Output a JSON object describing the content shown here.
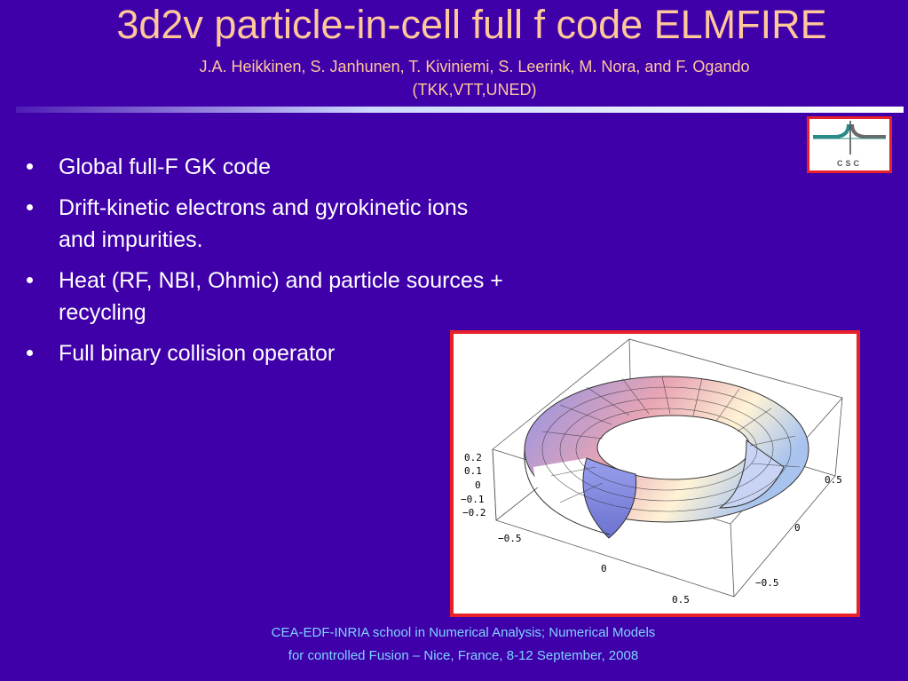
{
  "slide": {
    "title": "3d2v particle-in-cell full f code ELMFIRE",
    "authors_line1": "J.A. Heikkinen, S. Janhunen, T. Kiviniemi, S. Leerink, M. Nora, and F. Ogando",
    "authors_line2": "(TKK,VTT,UNED)",
    "bullets": [
      {
        "line1": "Global full-F GK code",
        "line2": ""
      },
      {
        "line1": "Drift-kinetic electrons and gyrokinetic ions",
        "line2": "and impurities."
      },
      {
        "line1": "Heat (RF, NBI, Ohmic) and particle sources +",
        "line2": "recycling"
      },
      {
        "line1": "Full binary collision operator",
        "line2": ""
      }
    ],
    "footer_line1": "CEA-EDF-INRIA school in Numerical Analysis; Numerical Models",
    "footer_line2": "for controlled Fusion – Nice, France, 8-12 September,  2008"
  },
  "logo": {
    "text": "CSC",
    "color_left": "#2a8a8a",
    "color_right": "#6a6a6a"
  },
  "plot": {
    "z_ticks": [
      "0.2",
      "0.1",
      "0",
      "−0.1",
      "−0.2"
    ],
    "x_ticks": [
      "−0.5",
      "0",
      "0.5"
    ],
    "y_ticks": [
      "0.5",
      "0",
      "−0.5"
    ],
    "colors": {
      "frame": "#e8202a",
      "surface_blue": "#8d92e8",
      "surface_pink": "#e8a5b4",
      "surface_cream": "#fff3d6"
    }
  }
}
